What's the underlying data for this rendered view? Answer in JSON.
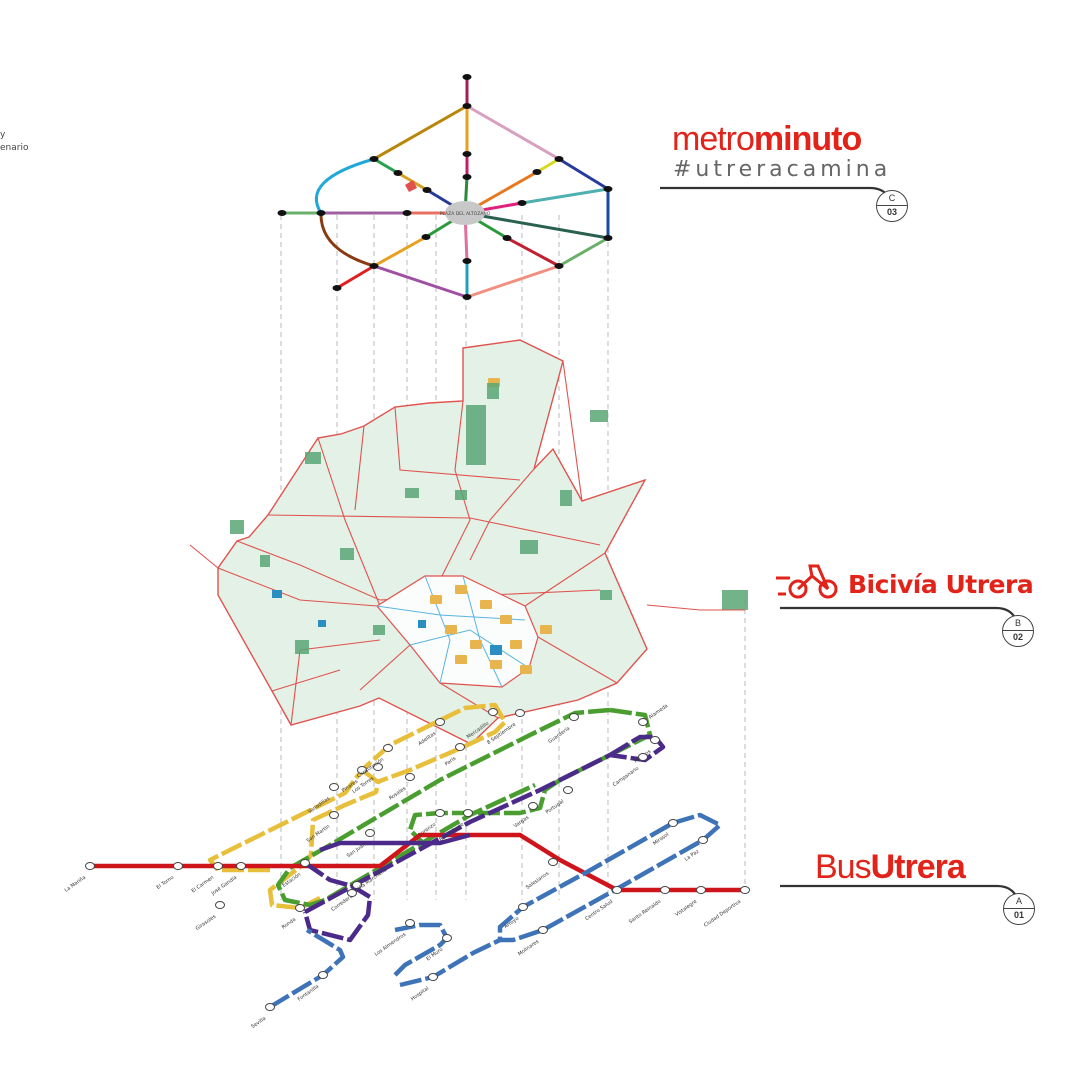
{
  "fragments": [
    "y",
    "enario"
  ],
  "metrominuto": {
    "title_light": "metro",
    "title_bold": "minuto",
    "hashtag": "#utreracamina",
    "badge_letter": "C",
    "badge_number": "03",
    "center_label": "PLAZA DEL ALTOZANO"
  },
  "bicivia": {
    "title": "Bicivía Utrera",
    "badge_letter": "B",
    "badge_number": "02"
  },
  "bus": {
    "title_light": "Bus",
    "title_bold": "Utrera",
    "badge_letter": "A",
    "badge_number": "01",
    "stations": [
      "La Mariña",
      "El Torno",
      "El Carmen",
      "José Gandía",
      "Girasoles",
      "Ronda",
      "Los Torres",
      "Pinares",
      "Vanadillas",
      "San Martín",
      "Constitución",
      "Adelitas",
      "Mercadillo",
      "Rosales",
      "Paris",
      "8 Septiembre",
      "Guardería",
      "Alameda",
      "Molinos",
      "Campanario",
      "Portugal",
      "Vargas",
      "Bus Infante",
      "Lorenzo",
      "San Juan",
      "Estación",
      "Corredera",
      "Vía Marchena",
      "Salesianos",
      "Centro Salud",
      "Santo Reinaldo",
      "Vistalegre",
      "Ciudad Deportiva",
      "Mirasol",
      "La Paz",
      "Arroyo",
      "Molinares",
      "El Muro",
      "Hospital",
      "Fontanilla",
      "Sevilla",
      "Los Almendros"
    ]
  },
  "colors": {
    "brand_red": "#e2231a",
    "bus_red": "#d0141b",
    "bus_yellow": "#e8bf3a",
    "bus_green": "#4a9e2f",
    "bus_purple": "#4b2a8a",
    "bus_blue": "#3f73b8",
    "map_fill": "#e3f1e6",
    "map_stroke": "#e0534f",
    "park": "#5aa674"
  }
}
